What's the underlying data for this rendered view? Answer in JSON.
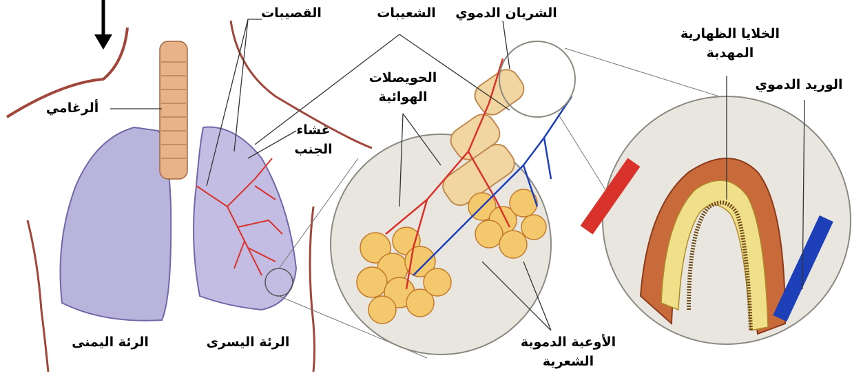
{
  "labels": {
    "bronchioles": "القصيبات",
    "bronchi": "الشعيبات",
    "artery": "الشريان الدموي",
    "ciliated_cells_line1": "الخلايا الظهارية",
    "ciliated_cells_line2": "المهدبة",
    "vein": "الوريد الدموي",
    "alveoli_line1": "الحويصلات",
    "alveoli_line2": "الهوائية",
    "trachea": "ألرغامي",
    "pleura_line1": "غشاء",
    "pleura_line2": "الجنب",
    "right_lung": "الرئة اليمنى",
    "left_lung": "الرئة اليسرى",
    "capillaries_line1": "الأوعية الدموية",
    "capillaries_line2": "الشعرية"
  },
  "colors": {
    "lung": "#b9b4dc",
    "lung_edge": "#6f67a8",
    "trachea": "#e9b38a",
    "artery": "#d8322b",
    "vein": "#1d3fb8",
    "bronchus": "#f1d6a2",
    "alveoli": "#f4c86c",
    "circle_bg": "#e9e6df",
    "circle_edge": "#8a8a80",
    "muscle": "#c96a3a"
  },
  "icons": {
    "airflow_arrow": "arrow-down-icon"
  }
}
